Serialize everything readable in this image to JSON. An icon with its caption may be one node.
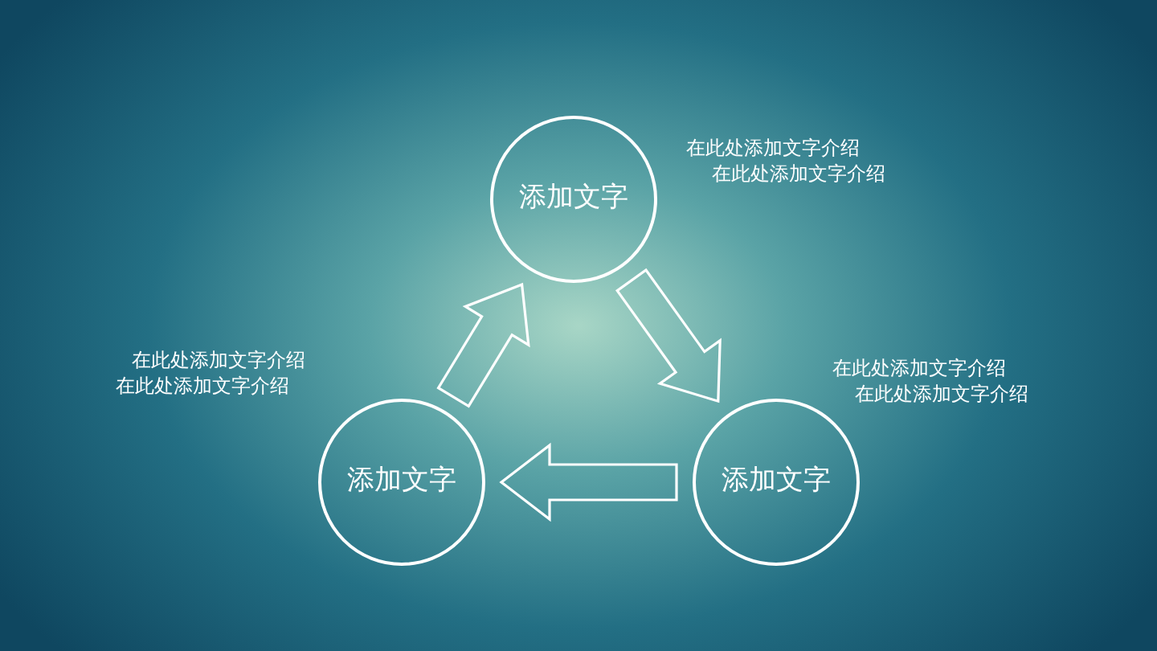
{
  "diagram": {
    "nodes": [
      {
        "text": [
          "添加文字"
        ],
        "beside": [
          "在此处添加文字介绍",
          "在此处添加文字介绍"
        ]
      },
      {
        "text": [
          "添加文字"
        ],
        "beside": [
          "在此处添加文字介绍",
          "在此处添加文字介绍"
        ]
      },
      {
        "text": [
          "添加文字"
        ],
        "beside": [
          "在此处添加文字介绍",
          "在此处添加文字介绍"
        ]
      }
    ],
    "edges": [
      {
        "from": 0,
        "to": 2,
        "arrow": "to"
      },
      {
        "from": 2,
        "to": 1,
        "arrow": "to"
      },
      {
        "from": 1,
        "to": 0,
        "arrow": "to"
      }
    ]
  }
}
